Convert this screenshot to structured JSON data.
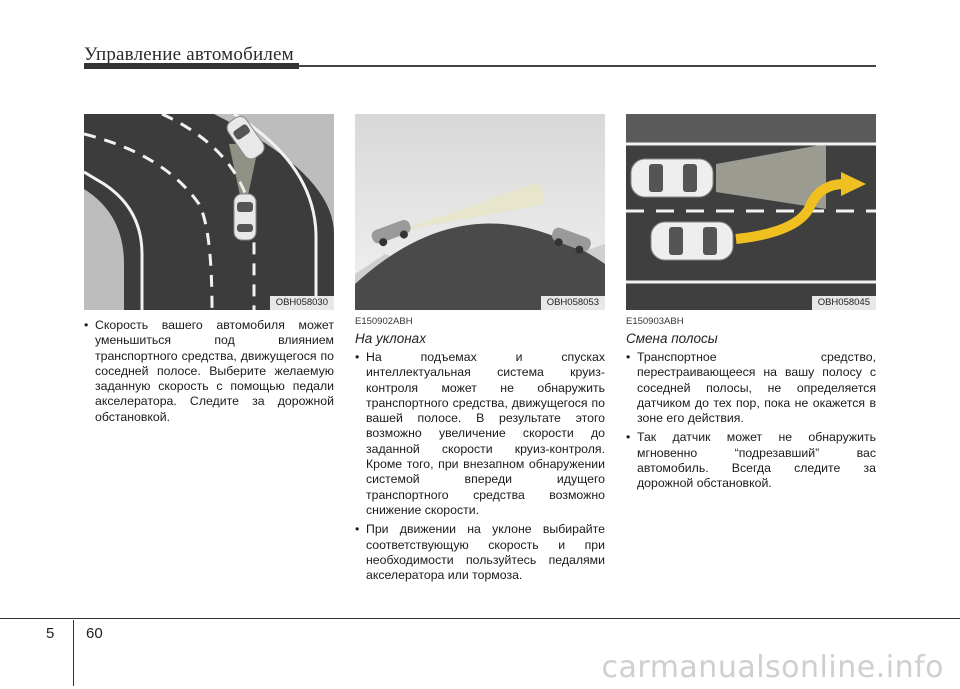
{
  "header": {
    "title": "Управление автомобилем"
  },
  "figures": [
    {
      "code": "OBH058030"
    },
    {
      "code": "OBH058053"
    },
    {
      "code": "OBH058045"
    }
  ],
  "col1": {
    "bullets": [
      "Скорость вашего автомобиля может уменьшиться под влиянием транспортного средства, движущегося по соседней полосе. Выберите желаемую заданную скорость с помощью педали акселератора. Следите за дорожной обстановкой."
    ]
  },
  "col2": {
    "code": "E150902ABH",
    "subtitle": "На уклонах",
    "bullets": [
      "На подъемах и спусках интеллектуальная система круиз-контроля может не обнаружить транспортного средства, движущегося по вашей полосе. В результате этого возможно увеличение скорости до заданной скорости круиз-контроля. Кроме того, при внезапном обнаружении системой впереди идущего транспортного средства возможно снижение скорости.",
      "При движении на уклоне выбирайте соответствующую скорость и при необходимости пользуйтесь педалями акселератора или тормоза."
    ]
  },
  "col3": {
    "code": "E150903ABH",
    "subtitle": "Смена полосы",
    "bullets": [
      "Транспортное средство, перестраивающееся на вашу полосу с соседней полосы, не определяется датчиком до тех пор, пока не окажется в зоне его действия.",
      "Так датчик может не обнаружить мгновенно “подрезавший” вас автомобиль. Всегда следите за дорожной обстановкой."
    ]
  },
  "footer": {
    "chapter": "5",
    "page": "60",
    "watermark": "carmanualsonline.info"
  }
}
